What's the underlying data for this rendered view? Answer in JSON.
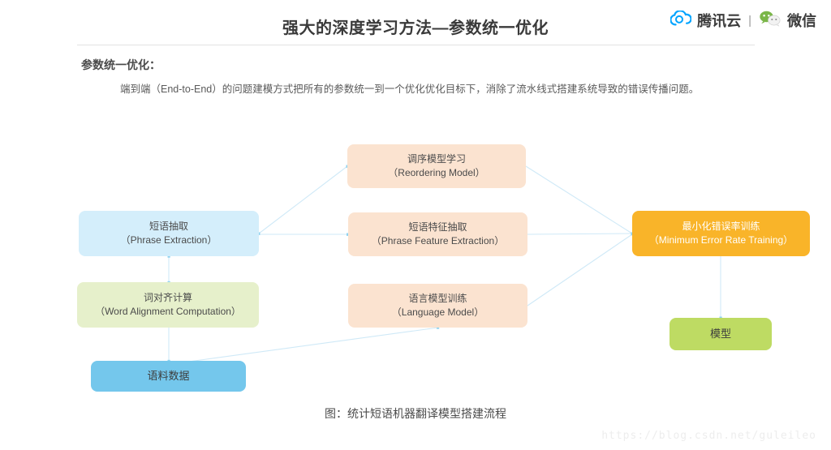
{
  "header": {
    "title": "强大的深度学习方法—参数统一优化",
    "brand": {
      "cloud_name": "腾讯云",
      "divider": "|",
      "wechat_name": "微信",
      "cloud_icon": "tencent-cloud-icon",
      "wechat_icon": "wechat-icon"
    }
  },
  "intro": {
    "heading": "参数统一优化：",
    "body": "端到端（End-to-End）的问题建模方式把所有的参数统一到一个优化优化目标下，消除了流水线式搭建系统导致的错误传播问题。"
  },
  "diagram": {
    "caption": "图：统计短语机器翻译模型搭建流程",
    "connector_color": "#cfe9f7",
    "nodes": [
      {
        "id": "phrase-extraction",
        "cn": "短语抽取",
        "en": "（Phrase Extraction）",
        "color": "#d4eefb"
      },
      {
        "id": "word-alignment",
        "cn": "词对齐计算",
        "en": "（Word Alignment Computation）",
        "color": "#e6f0cb"
      },
      {
        "id": "corpus",
        "cn": "语料数据",
        "en": "",
        "color": "#74c7ec"
      },
      {
        "id": "reordering",
        "cn": "调序模型学习",
        "en": "（Reordering Model）",
        "color": "#fbe3d0"
      },
      {
        "id": "phrase-feature",
        "cn": "短语特征抽取",
        "en": "（Phrase Feature Extraction）",
        "color": "#fbe3d0"
      },
      {
        "id": "language-model",
        "cn": "语言模型训练",
        "en": "（Language Model）",
        "color": "#fbe3d0"
      },
      {
        "id": "mert",
        "cn": "最小化错误率训练",
        "en": "（Minimum Error Rate Training）",
        "color": "#f9b429"
      },
      {
        "id": "model",
        "cn": "模型",
        "en": "",
        "color": "#bedb63"
      }
    ]
  },
  "watermark": {
    "text": "https://blog.csdn.net/guleileo"
  }
}
